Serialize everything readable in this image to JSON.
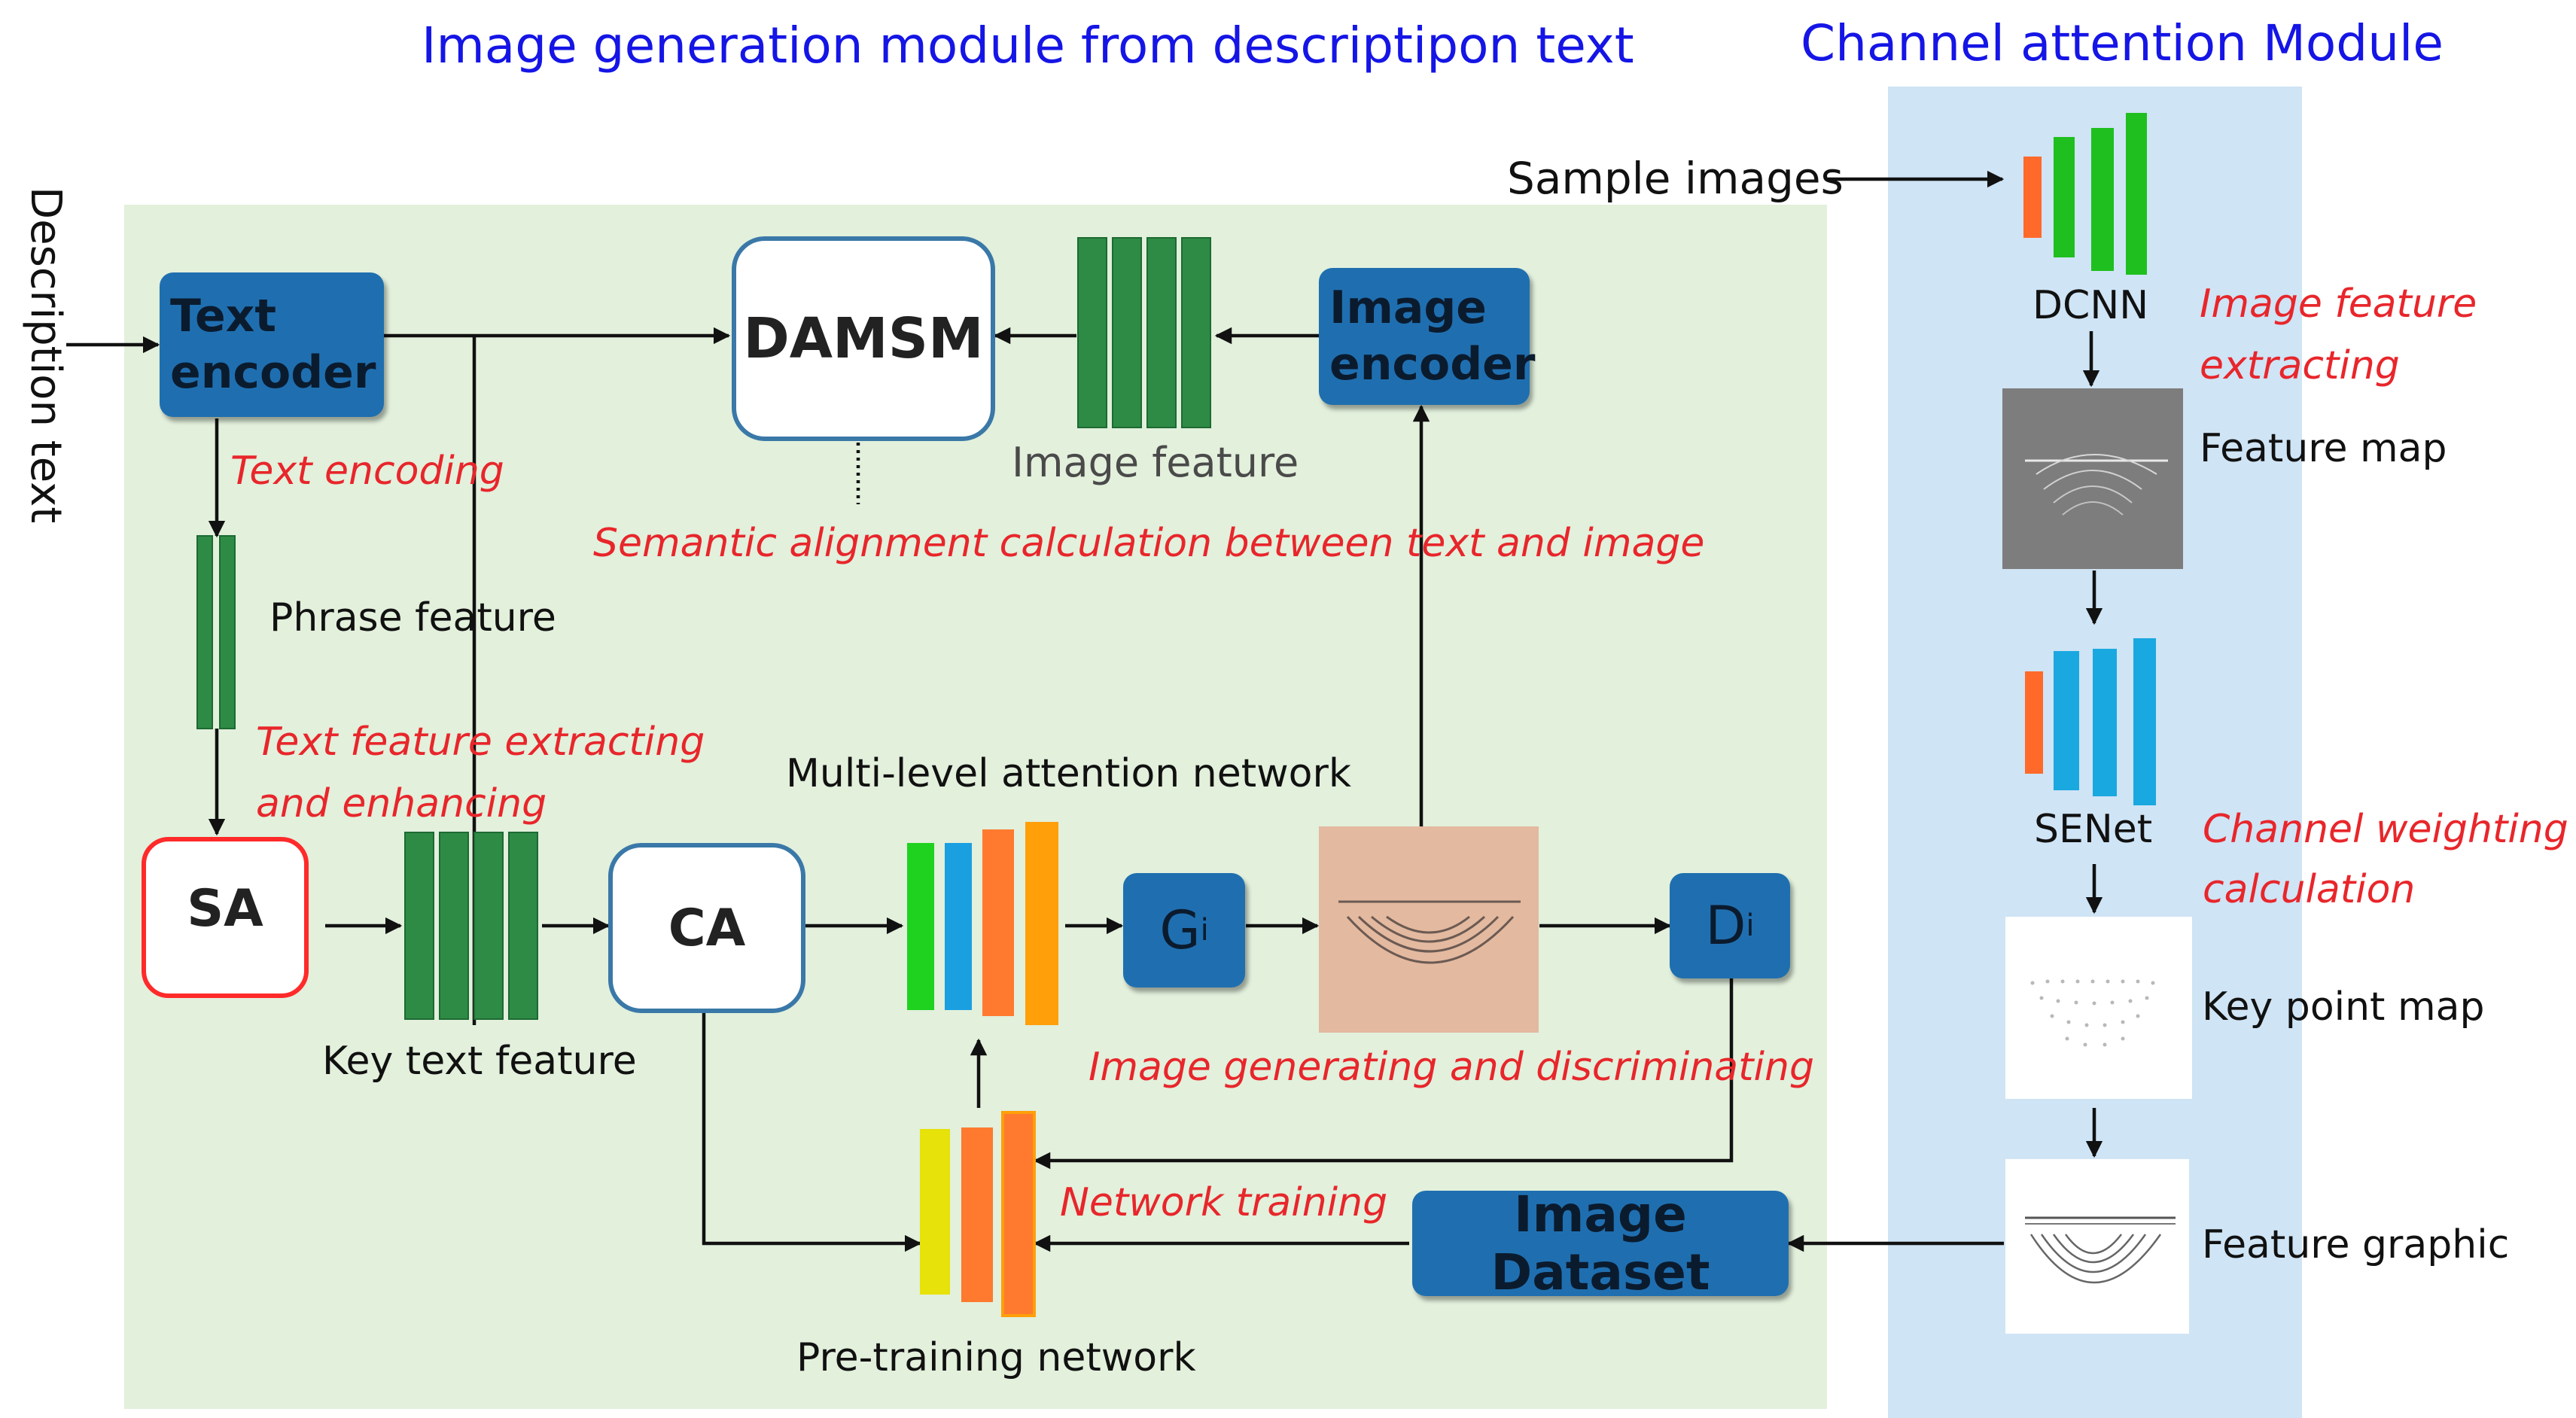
{
  "titles": {
    "left": "Image generation module from descriptipon text",
    "right": "Channel attention Module"
  },
  "inputs": {
    "description_text": "Description text",
    "sample_images": "Sample images"
  },
  "nodes": {
    "text_encoder": [
      "Text",
      "encoder"
    ],
    "damsm": "DAMSM",
    "image_encoder": [
      "Image",
      "encoder"
    ],
    "sa": "SA",
    "ca": "CA",
    "g": "G",
    "g_sub": "i",
    "d": "D",
    "d_sub": "i",
    "image_dataset": "Image Dataset"
  },
  "labels": {
    "image_feature": "Image feature",
    "phrase_feature": "Phrase feature",
    "key_text_feature": "Key text feature",
    "multi_level": "Multi-level attention network",
    "pre_training": "Pre-training network",
    "dcnn": "DCNN",
    "feature_map": "Feature map",
    "senet": "SENet",
    "key_point_map": "Key point map",
    "feature_graphic": "Feature graphic"
  },
  "annotations": {
    "text_encoding": "Text encoding",
    "semantic_alignment": "Semantic alignment calculation between text and image",
    "text_feature_extracting": [
      "Text feature extracting",
      "and enhancing"
    ],
    "image_generating": "Image generating and  discriminating",
    "network_training": "Network training",
    "image_feature_extracting": [
      "Image feature",
      "extracting"
    ],
    "channel_weighting": [
      "Channel weighting",
      "calculation"
    ]
  },
  "colors": {
    "left_panel_bg": "#e2f0dc",
    "right_panel_bg": "#cfe4f5",
    "title_blue": "#1515e6",
    "annotation_red": "#e8262b",
    "node_blue": "#1f6fb0",
    "feature_green": "#2e8b45",
    "generated_image_bg": "#e3b9a0"
  }
}
